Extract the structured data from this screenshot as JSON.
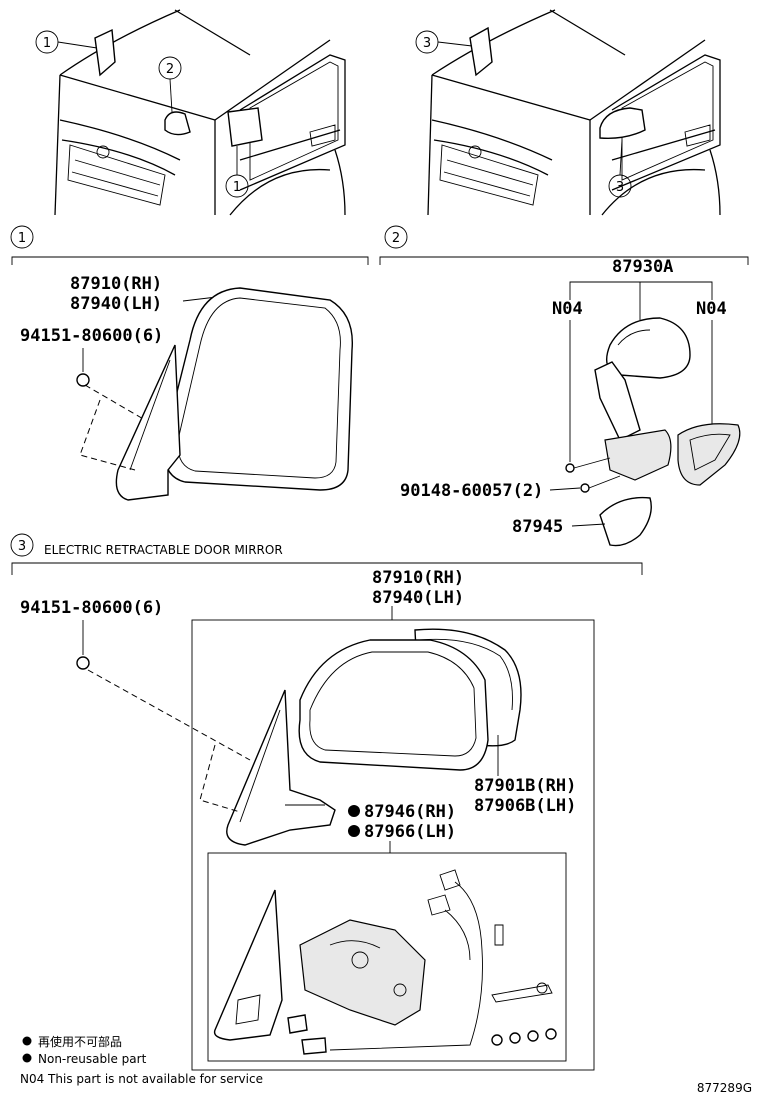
{
  "callouts": {
    "c1": "1",
    "c2": "2",
    "c3": "3"
  },
  "section1": {
    "marker": "1",
    "part_rh": "87910(RH)",
    "part_lh": "87940(LH)",
    "screw": "94151-80600(6)"
  },
  "section2": {
    "marker": "2",
    "assembly": "87930A",
    "n04_left": "N04",
    "n04_right": "N04",
    "screw": "90148-60057(2)",
    "cover": "87945"
  },
  "section3": {
    "marker": "3",
    "title": "ELECTRIC RETRACTABLE DOOR MIRROR",
    "part_rh": "87910(RH)",
    "part_lh": "87940(LH)",
    "screw": "94151-80600(6)",
    "mirror_rh": "87901B(RH)",
    "mirror_lh": "87906B(LH)",
    "motor_rh": "87946(RH)",
    "motor_lh": "87966(LH)"
  },
  "legend": {
    "japanese": "再使用不可部品",
    "nonreusable": "Non-reusable part",
    "n04_note": "N04 This part is not available for service"
  },
  "figure_code": "877289G"
}
